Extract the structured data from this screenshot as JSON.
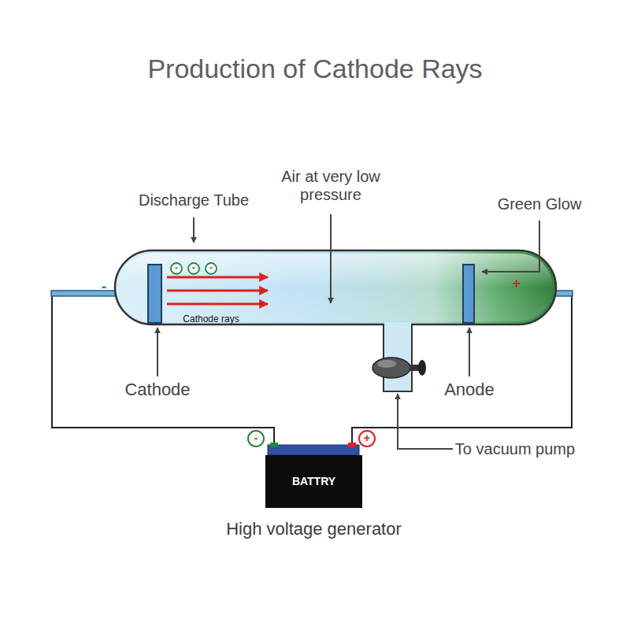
{
  "diagram": {
    "title": "Production of Cathode Rays",
    "nodes": [
      {
        "text": [
          "BATTRY",
          "High voltage generator"
        ]
      }
    ],
    "labels": [
      "Discharge Tube",
      "Air at very low pressure",
      "Green Glow",
      "-",
      "+",
      "Cathode rays",
      "Cathode",
      "Anode",
      "To vacuum pump",
      "-",
      "-",
      "-",
      "-",
      "+"
    ]
  }
}
